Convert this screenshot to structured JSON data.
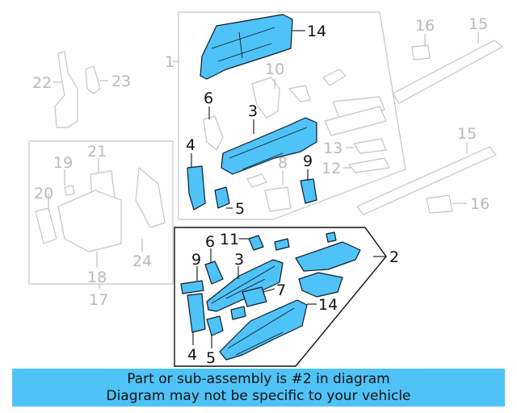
{
  "callouts": {
    "c14_top": "14",
    "c1": "1",
    "c16_top": "16",
    "c15_top": "15",
    "c22": "22",
    "c23": "23",
    "c10": "10",
    "c6_top": "6",
    "c3_top": "3",
    "c4_top": "4",
    "c13": "13",
    "c8": "8",
    "c9_top": "9",
    "c12": "12",
    "c21": "21",
    "c19": "19",
    "c20": "20",
    "c5_top": "5",
    "c15_mid": "15",
    "c16_mid": "16",
    "c24": "24",
    "c18": "18",
    "c17": "17",
    "c11": "11",
    "c6_bot": "6",
    "c2": "2",
    "c9_bot": "9",
    "c3_bot": "3",
    "c7": "7",
    "c14_bot": "14",
    "c4_bot": "4",
    "c5_bot": "5"
  },
  "banner": {
    "line1": "Part or sub-assembly is #2 in diagram",
    "line2": "Diagram may not be specific to your vehicle"
  },
  "colors": {
    "highlight": "#4fc3f7",
    "outline": "#0d1b2a",
    "ghost": "#c4c4c4"
  }
}
